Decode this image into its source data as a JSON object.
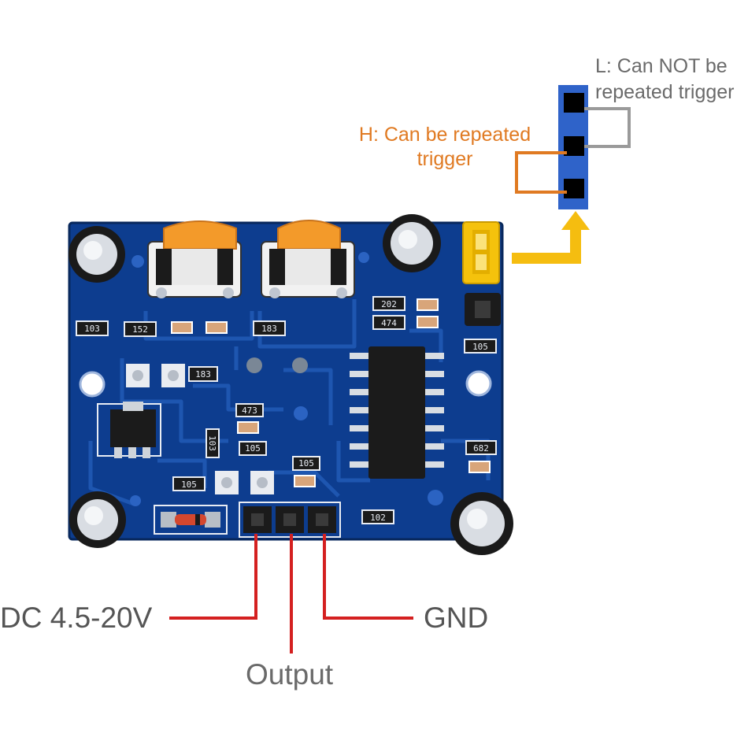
{
  "jumper_labels": {
    "l_line1": "L: Can NOT be",
    "l_line2": "repeated trigger",
    "h_line1": "H: Can be repeated",
    "h_line2": "trigger"
  },
  "pin_labels": {
    "vcc": "DC 4.5-20V",
    "output": "Output",
    "gnd": "GND"
  },
  "silkscreen": [
    "103",
    "152",
    "183",
    "183",
    "473",
    "103",
    "105",
    "105",
    "202",
    "474",
    "105",
    "682",
    "105",
    "102"
  ],
  "colors": {
    "pcb": "#0d3d8f",
    "trace": "#1e56b0",
    "pin_wire": "#d42020",
    "jumper_connector": "#f5c20c",
    "l_bracket": "#9a9a9a",
    "h_bracket": "#e07a22",
    "arrow": "#f5bd10",
    "header_block": "#2f63c9"
  }
}
